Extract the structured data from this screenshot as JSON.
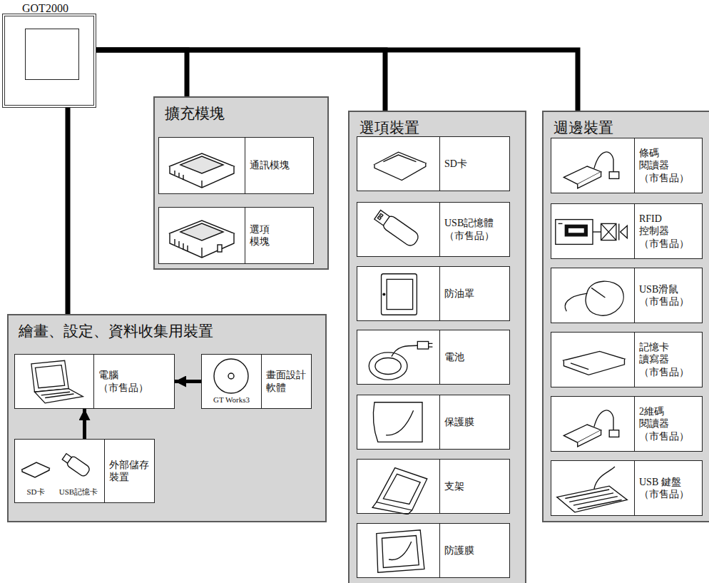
{
  "diagram": {
    "nodes": [
      {
        "text": [
          "GOT2000"
        ]
      },
      {
        "text": [
          "擴充模塊"
        ]
      },
      {
        "text": [
          "通訊模塊"
        ],
        "in": 1
      },
      {
        "text": [
          "選項 模塊"
        ],
        "in": 1
      },
      {
        "text": [
          "選項裝置"
        ]
      },
      {
        "text": [
          "SD卡"
        ],
        "in": 4
      },
      {
        "text": [
          "USB記憶體 （市售品）"
        ],
        "in": 4
      },
      {
        "text": [
          "防油罩"
        ],
        "in": 4
      },
      {
        "text": [
          "電池"
        ],
        "in": 4
      },
      {
        "text": [
          "保護膜"
        ],
        "in": 4
      },
      {
        "text": [
          "支架"
        ],
        "in": 4
      },
      {
        "text": [
          "防護膜"
        ],
        "in": 4
      },
      {
        "text": [
          "週邊裝置"
        ]
      },
      {
        "text": [
          "條碼 閱讀器 （市售品）"
        ],
        "in": 12
      },
      {
        "text": [
          "RFID 控制器 （市售品）"
        ],
        "in": 12
      },
      {
        "text": [
          "USB滑鼠 （市售品）"
        ],
        "in": 12
      },
      {
        "text": [
          "記憶卡 讀寫器 （市售品）"
        ],
        "in": 12
      },
      {
        "text": [
          "2維碼 閱讀器 （市售品）"
        ],
        "in": 12
      },
      {
        "text": [
          "USB 鍵盤 （市售品）"
        ],
        "in": 12
      },
      {
        "text": [
          "繪畫、設定、資料收集用裝置"
        ]
      },
      {
        "text": [
          "電腦 （市售品）"
        ],
        "in": 19
      },
      {
        "text": [
          "GT Works3",
          "畫面設計 軟體"
        ],
        "in": 19
      },
      {
        "text": [
          "SD卡",
          "USB記憶卡",
          "外部儲存 裝置"
        ],
        "in": 19
      }
    ],
    "edges": [
      {
        "from": 0,
        "to": 1,
        "arrow": "none"
      },
      {
        "from": 0,
        "to": 4,
        "arrow": "none"
      },
      {
        "from": 0,
        "to": 12,
        "arrow": "none"
      },
      {
        "from": 0,
        "to": 19,
        "arrow": "none"
      },
      {
        "from": 21,
        "to": 20,
        "arrow": "to"
      },
      {
        "from": 22,
        "to": 20,
        "arrow": "to"
      }
    ]
  }
}
